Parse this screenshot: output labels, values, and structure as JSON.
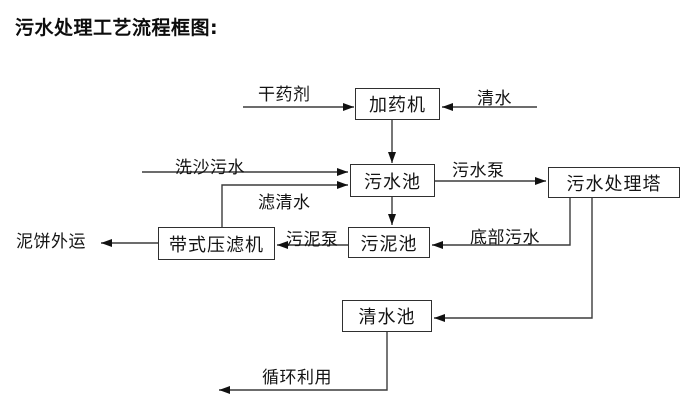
{
  "title": "污水处理工艺流程框图:",
  "diagram": {
    "type": "flowchart",
    "nodes": [
      {
        "id": "dosing-machine",
        "label": "加药机"
      },
      {
        "id": "sewage-pool",
        "label": "污水池"
      },
      {
        "id": "treatment-tower",
        "label": "污水处理塔"
      },
      {
        "id": "belt-filter-press",
        "label": "带式压滤机"
      },
      {
        "id": "sludge-pool",
        "label": "污泥池"
      },
      {
        "id": "clean-water-pool",
        "label": "清水池"
      }
    ],
    "edge_labels": [
      {
        "id": "dry-chemical",
        "label": "干药剂"
      },
      {
        "id": "clean-water",
        "label": "清水"
      },
      {
        "id": "sand-washing-sewage",
        "label": "洗沙污水"
      },
      {
        "id": "sewage-pump",
        "label": "污水泵"
      },
      {
        "id": "filtered-water",
        "label": "滤清水"
      },
      {
        "id": "mud-cake-outbound",
        "label": "泥饼外运"
      },
      {
        "id": "sludge-pump",
        "label": "污泥泵"
      },
      {
        "id": "bottom-sewage",
        "label": "底部污水"
      },
      {
        "id": "recycling-use",
        "label": "循环利用"
      }
    ],
    "flows": [
      "干药剂 → 加药机",
      "清水 → 加药机",
      "加药机 → 污水池",
      "洗沙污水 → 污水池",
      "带式压滤机 →(滤清水) 污水池",
      "污水池 →(污水泵) 污水处理塔",
      "污水池 → 污泥池",
      "污水处理塔 →(底部污水) 污泥池",
      "污泥池 →(污泥泵) 带式压滤机",
      "带式压滤机 → 泥饼外运",
      "污水处理塔 → 清水池",
      "清水池 → 循环利用"
    ],
    "colors": {
      "background": "#ffffff",
      "line": "#3c3c3c",
      "box_border": "#2f2f2f",
      "text": "#141414",
      "arrowhead": "#111111"
    }
  }
}
